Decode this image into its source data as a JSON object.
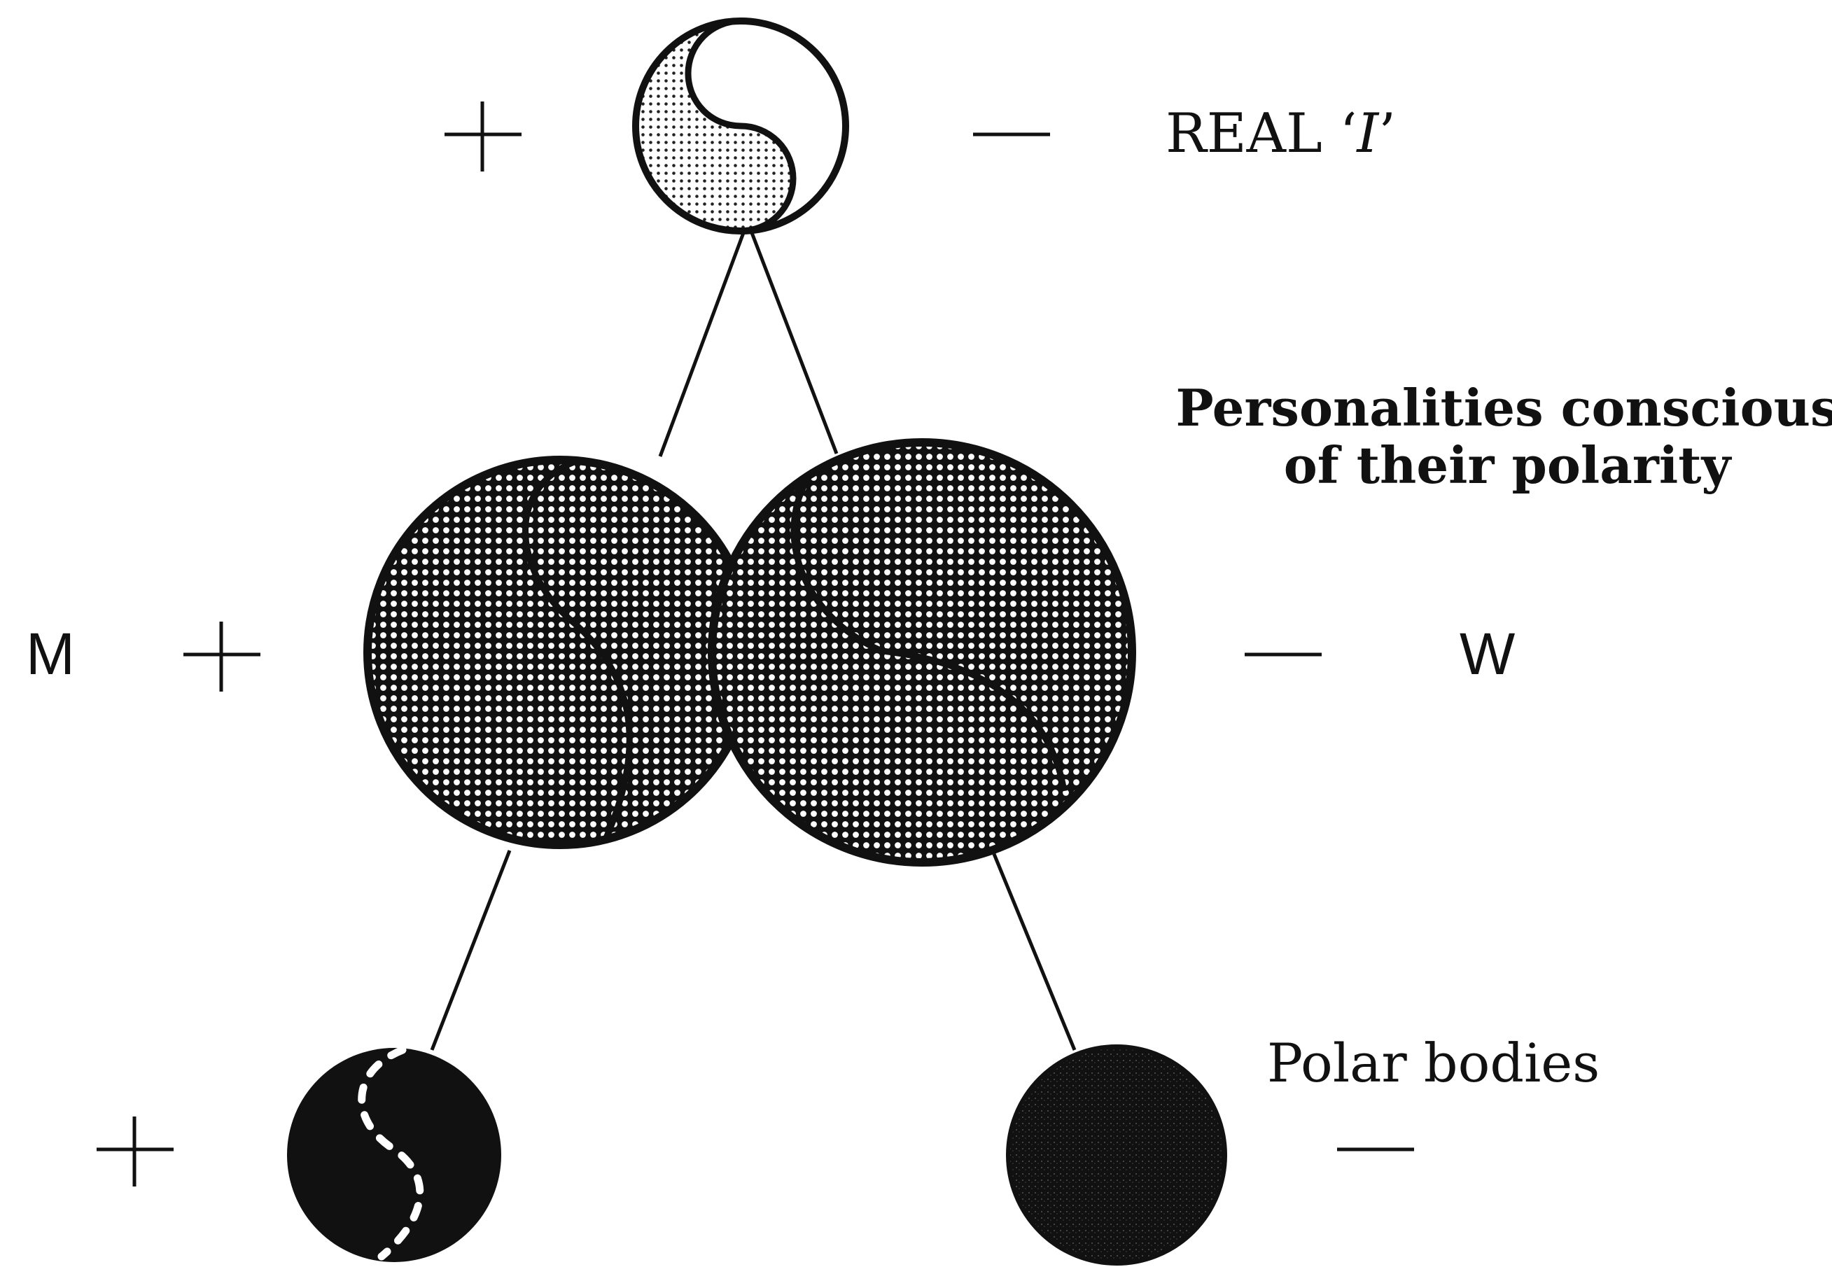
{
  "labels": {
    "real_i_prefix": "REAL ‘",
    "real_i_italic": "I",
    "real_i_suffix": "’",
    "personalities_line1": "Personalities conscious",
    "personalities_line2": "of their polarity",
    "man": "M",
    "woman": "W",
    "polar_bodies": "Polar bodies"
  },
  "signs": {
    "plus": "+",
    "minus": "—"
  }
}
